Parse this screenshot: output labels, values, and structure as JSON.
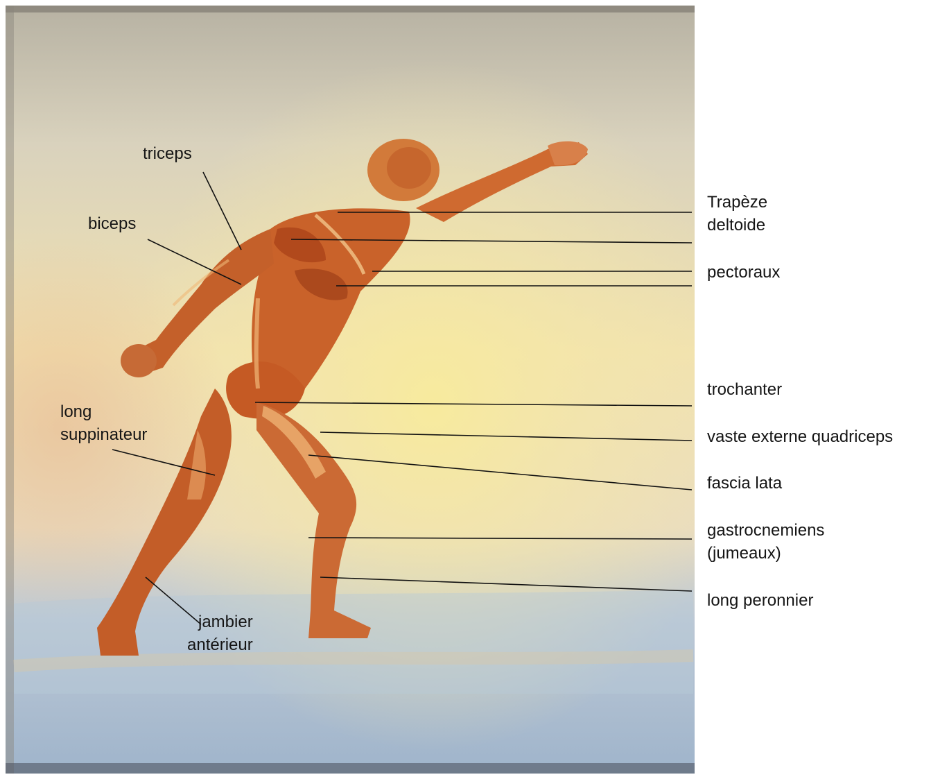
{
  "labels": {
    "triceps": "triceps",
    "biceps": "biceps",
    "long_suppinateur_1": "long",
    "long_suppinateur_2": "suppinateur",
    "jambier_1": "jambier",
    "jambier_2": "antérieur",
    "trapeze": "Trapèze",
    "deltoide": "deltoide",
    "pectoraux": "pectoraux",
    "trochanter": "trochanter",
    "vaste": "vaste externe quadriceps",
    "fascia": "fascia lata",
    "gastro_1": "gastrocnemiens",
    "gastro_2": "(jumeaux)",
    "peronnier": "long peronnier"
  },
  "colors": {
    "leader_line": "#111111",
    "muscle": "#c9622a",
    "muscle_dark": "#a9471d",
    "highlight": "#f0b777",
    "sky_yellow": "#f3e59a",
    "ground_blue": "#a9c0d6"
  }
}
